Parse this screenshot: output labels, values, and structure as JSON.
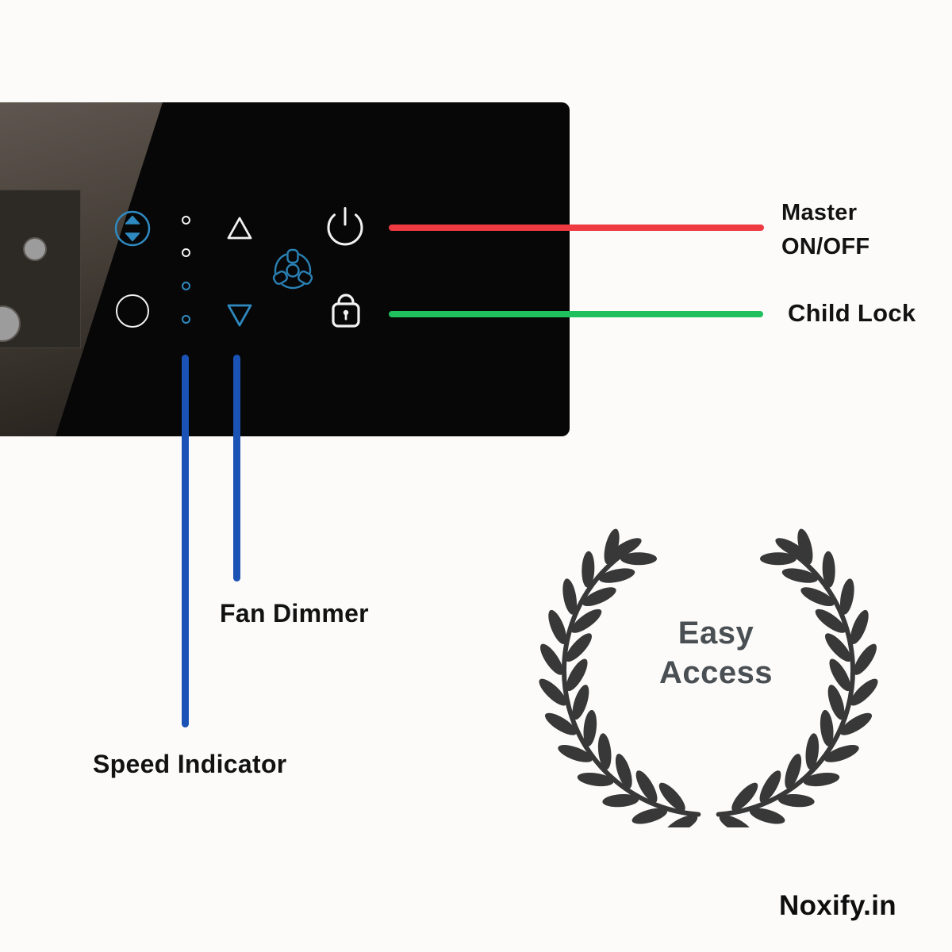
{
  "brand": {
    "name": "Noxify.in"
  },
  "callouts": {
    "master": {
      "label_line1": "Master",
      "label_line2": "ON/OFF",
      "line_color": "#ee3a41"
    },
    "child_lock": {
      "label": "Child Lock",
      "line_color": "#1fc05e"
    },
    "fan_dimmer": {
      "label": "Fan Dimmer",
      "line_color": "#1a53b5"
    },
    "speed_indicator": {
      "label": "Speed Indicator",
      "line_color": "#1a53b5"
    }
  },
  "badge": {
    "line1": "Easy",
    "line2": "Access"
  },
  "panel": {
    "icons": [
      "speed-spinner-icon",
      "scene-circle-icon",
      "speed-led-dots",
      "fan-up-triangle-icon",
      "fan-down-triangle-icon",
      "fan-icon",
      "power-icon",
      "lock-icon"
    ],
    "led_states": [
      "white",
      "white",
      "blue",
      "blue"
    ]
  },
  "colors": {
    "panel_black": "#070707",
    "icon_blue": "#2e8ac1",
    "icon_white": "#f2f2f2",
    "callout_red": "#ee3a41",
    "callout_green": "#1fc05e",
    "callout_blue": "#1a53b5",
    "wreath_gray": "#383838",
    "badge_text": "#4a4f53"
  }
}
